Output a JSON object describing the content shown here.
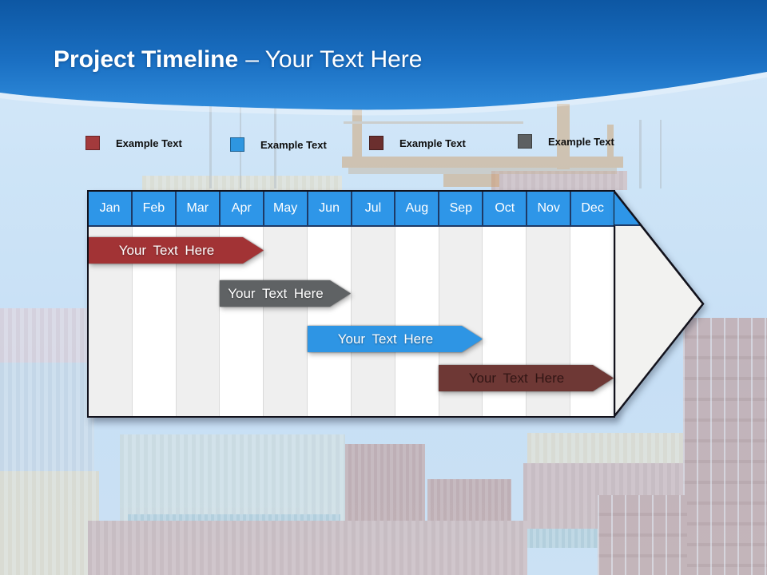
{
  "slide_title": {
    "bold": "Project Timeline",
    "rest": "– Your Text Here"
  },
  "legend": [
    {
      "label": "Example Text",
      "color": "#A33A3C"
    },
    {
      "label": "Example Text",
      "color": "#2E96E0"
    },
    {
      "label": "Example Text",
      "color": "#6B2F2E"
    },
    {
      "label": "Example Text",
      "color": "#5D6062"
    }
  ],
  "chart_data": {
    "type": "gantt",
    "title": "Project Timeline – Your Text Here",
    "categories": [
      "Jan",
      "Feb",
      "Mar",
      "Apr",
      "May",
      "Jun",
      "Jul",
      "Aug",
      "Sep",
      "Oct",
      "Nov",
      "Dec"
    ],
    "header_color": "#2E96E8",
    "arrow_fill": "#F2F2F0",
    "axis": {
      "unit": "month",
      "range": [
        "Jan",
        "Dec"
      ]
    },
    "legend_position": "top",
    "bars": [
      {
        "label": "Your Text Here",
        "color": "#A23335",
        "text_color": "#FFFFFF",
        "start_month": "Jan",
        "end_month": "Apr",
        "start_index": 0,
        "end_index": 4
      },
      {
        "label": "Your Text Here",
        "color": "#5F6264",
        "text_color": "#FFFFFF",
        "start_month": "Apr",
        "end_month": "Jun",
        "start_index": 3,
        "end_index": 6
      },
      {
        "label": "Your Text Here",
        "color": "#2E95E4",
        "text_color": "#FFFFFF",
        "start_month": "Jun",
        "end_month": "Sep",
        "start_index": 5,
        "end_index": 9
      },
      {
        "label": "Your Text Here",
        "color": "#6E3835",
        "text_color": "#311514",
        "start_month": "Sep",
        "end_month": "Dec",
        "start_index": 8,
        "end_index": 12
      }
    ]
  }
}
